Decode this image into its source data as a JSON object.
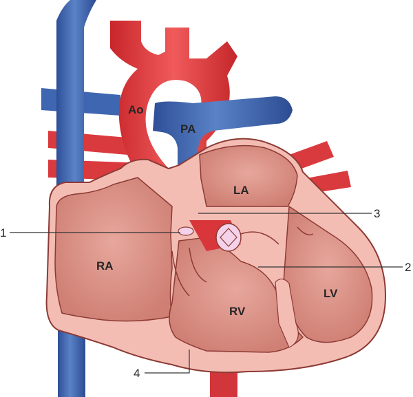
{
  "colors": {
    "vessel_red": "#e33b3f",
    "vessel_blue": "#3f66b0",
    "heart_wall": "#f2b9b1",
    "chamber_fill": "#d98f84",
    "outline": "#8c3a34",
    "label_text": "#262626"
  },
  "structures": {
    "aorta": "Ao",
    "pulmonary_artery": "PA",
    "left_atrium": "LA",
    "right_atrium": "RA",
    "right_ventricle": "RV",
    "left_ventricle": "LV"
  },
  "callouts": [
    "1",
    "2",
    "3",
    "4"
  ]
}
